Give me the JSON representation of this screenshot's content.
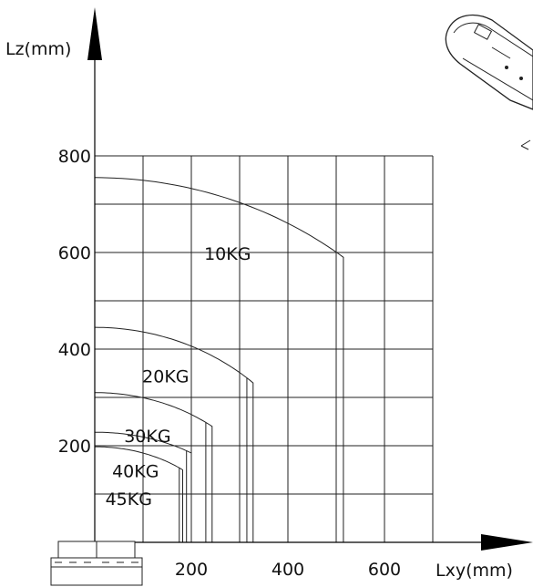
{
  "chart_data": {
    "type": "line",
    "title": "",
    "xlabel": "Lxy(mm)",
    "ylabel": "Lz(mm)",
    "x_ticks": [
      200,
      400,
      600
    ],
    "y_ticks": [
      200,
      400,
      600,
      800
    ],
    "xlim": [
      0,
      700
    ],
    "ylim": [
      0,
      800
    ],
    "grid": true,
    "series": [
      {
        "name": "10KG",
        "max_z": 755,
        "max_xy": 515,
        "z_at_max_xy": 590,
        "inner_xy": 500
      },
      {
        "name": "20KG",
        "max_z": 445,
        "max_xy": 328,
        "z_at_max_xy": 330,
        "inner_xy": 315
      },
      {
        "name": "30KG",
        "max_z": 310,
        "max_xy": 243,
        "z_at_max_xy": 240,
        "inner_xy": 230
      },
      {
        "name": "40KG",
        "max_z": 228,
        "max_xy": 200,
        "z_at_max_xy": 185,
        "inner_xy": 190
      },
      {
        "name": "45KG",
        "max_z": 198,
        "max_xy": 182,
        "z_at_max_xy": 150,
        "inner_xy": 175
      }
    ]
  }
}
